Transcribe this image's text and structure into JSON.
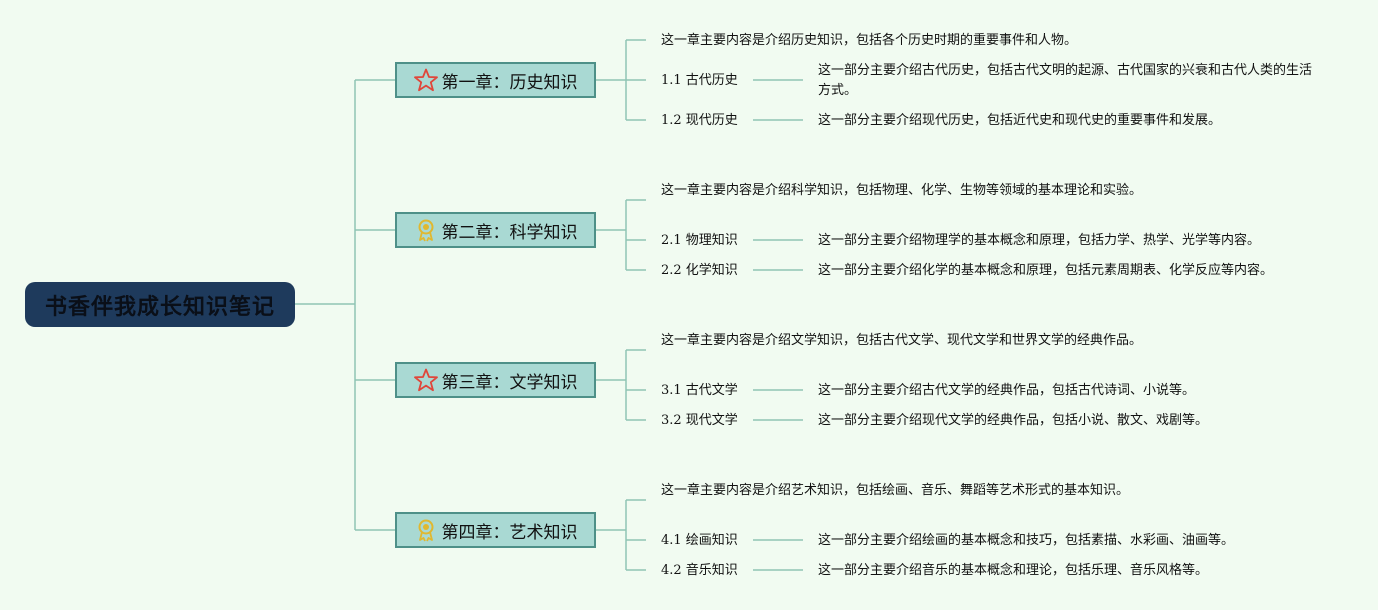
{
  "root": {
    "title": "书香伴我成长知识笔记"
  },
  "chapters": [
    {
      "title": "第一章：历史知识",
      "icon": "star-icon",
      "summary": "这一章主要内容是介绍历史知识，包括各个历史时期的重要事件和人物。",
      "sections": [
        {
          "title": "1.1 古代历史",
          "desc": "这一部分主要介绍古代历史，包括古代文明的起源、古代国家的兴衰和古代人类的生活方式。"
        },
        {
          "title": "1.2 现代历史",
          "desc": "这一部分主要介绍现代历史，包括近代史和现代史的重要事件和发展。"
        }
      ]
    },
    {
      "title": "第二章：科学知识",
      "icon": "medal-icon",
      "summary": "这一章主要内容是介绍科学知识，包括物理、化学、生物等领域的基本理论和实验。",
      "sections": [
        {
          "title": "2.1 物理知识",
          "desc": "这一部分主要介绍物理学的基本概念和原理，包括力学、热学、光学等内容。"
        },
        {
          "title": "2.2 化学知识",
          "desc": "这一部分主要介绍化学的基本概念和原理，包括元素周期表、化学反应等内容。"
        }
      ]
    },
    {
      "title": "第三章：文学知识",
      "icon": "star-icon",
      "summary": "这一章主要内容是介绍文学知识，包括古代文学、现代文学和世界文学的经典作品。",
      "sections": [
        {
          "title": "3.1 古代文学",
          "desc": "这一部分主要介绍古代文学的经典作品，包括古代诗词、小说等。"
        },
        {
          "title": "3.2 现代文学",
          "desc": "这一部分主要介绍现代文学的经典作品，包括小说、散文、戏剧等。"
        }
      ]
    },
    {
      "title": "第四章：艺术知识",
      "icon": "medal-icon",
      "summary": "这一章主要内容是介绍艺术知识，包括绘画、音乐、舞蹈等艺术形式的基本知识。",
      "sections": [
        {
          "title": "4.1 绘画知识",
          "desc": "这一部分主要介绍绘画的基本概念和技巧，包括素描、水彩画、油画等。"
        },
        {
          "title": "4.2 音乐知识",
          "desc": "这一部分主要介绍音乐的基本概念和理论，包括乐理、音乐风格等。"
        }
      ]
    }
  ],
  "colors": {
    "background": "#f1fbf1",
    "root_fill": "#1e3a5c",
    "chapter_fill": "#a9d9d3",
    "chapter_border": "#4e9088",
    "connector": "#8fc4b4",
    "star": "#e0463a",
    "medal": "#e0b830"
  }
}
